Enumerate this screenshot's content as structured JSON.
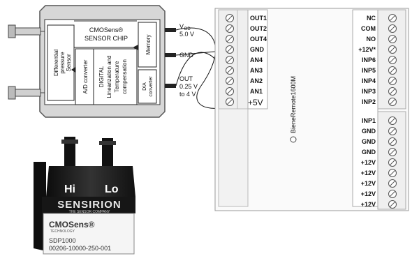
{
  "sensor_module": {
    "chip_title_line1": "CMOSens®",
    "chip_title_line2": "SENSOR CHIP",
    "sensor_label": [
      "Differential",
      "pressure",
      "Sensor"
    ],
    "ad_label": "A/D converter",
    "linearization_label": [
      "DIGITAL",
      "Linearization and",
      "Temperature",
      "compensation"
    ],
    "memory_label": "Memory",
    "da_label": [
      "D/A",
      "converter"
    ],
    "vdd_label": "V",
    "vdd_sub": "DD",
    "vdd_value": "5.0 V",
    "gnd_label": "GND",
    "out_label": [
      "OUT",
      "0.25 V",
      "to 4 V"
    ]
  },
  "board": {
    "left_terminals": [
      "OUT1",
      "OUT2",
      "OUT4",
      "GND",
      "AN4",
      "AN3",
      "AN2",
      "AN1"
    ],
    "plus5v_label": "+5V",
    "center_label": "BieneRemote1600M",
    "right_upper_terminals": [
      "NC",
      "COM",
      "NO",
      "+12V*",
      "INP6",
      "INP5",
      "INP4",
      "INP3",
      "INP2"
    ],
    "right_lower_terminals": [
      "INP1",
      "GND",
      "GND",
      "GND",
      "+12V",
      "+12V",
      "+12V",
      "+12V",
      "+12V"
    ]
  },
  "photo": {
    "port_hi": "Hi",
    "port_lo": "Lo",
    "brand": "SENSIRION",
    "brand_tagline": "THE SENSOR COMPANY",
    "tech": "CMOSens®",
    "tech_sub": "TECHNOLOGY",
    "model": "SDP1000",
    "part_no": "00206-10000-250-001"
  }
}
